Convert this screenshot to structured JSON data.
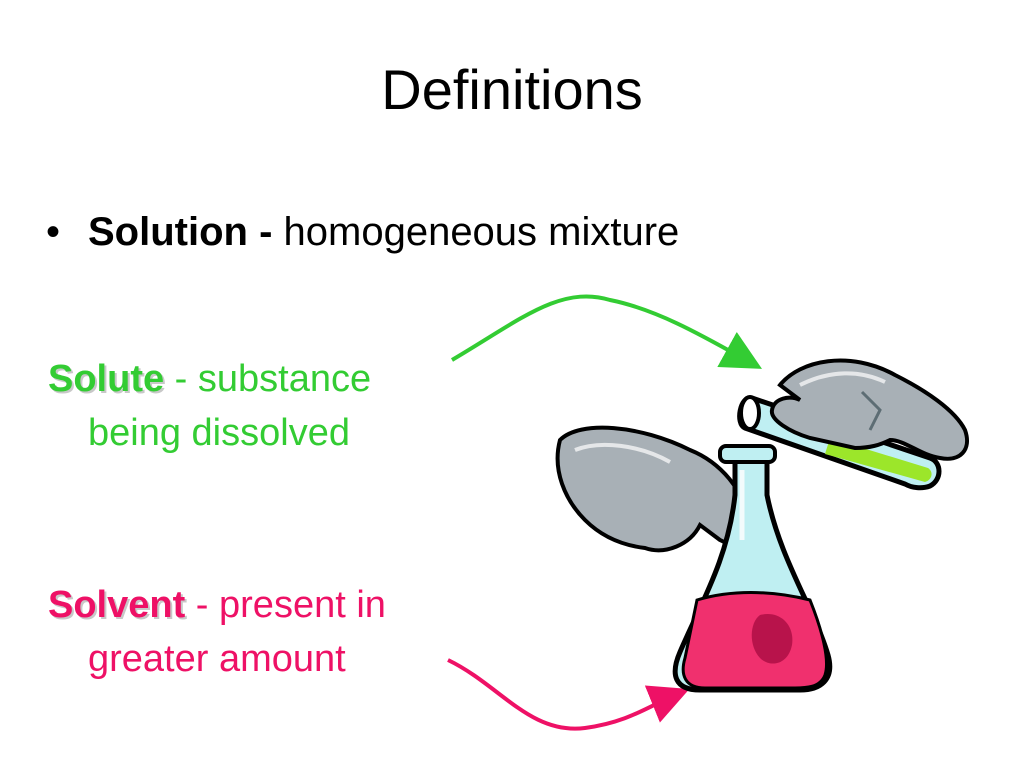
{
  "slide": {
    "title": "Definitions",
    "bullet": {
      "marker": "•",
      "term": "Solution - ",
      "text": "homogeneous mixture"
    },
    "solute": {
      "term": "Solute",
      "text1": " - substance",
      "text2": "being dissolved",
      "color": "#33cc33"
    },
    "solvent": {
      "term": "Solvent",
      "text1": " - present in",
      "text2": "greater amount",
      "color": "#ee1166"
    },
    "illustration": {
      "icon": "lab-flask-test-tube-gloves-icon",
      "flask_liquid_color": "#f0306e",
      "tube_liquid_color": "#9ce62a",
      "glass_color": "#bfeff2",
      "glove_color": "#a8b0b6"
    },
    "arrows": {
      "solute_arrow_color": "#33cc33",
      "solvent_arrow_color": "#ee1166"
    }
  }
}
